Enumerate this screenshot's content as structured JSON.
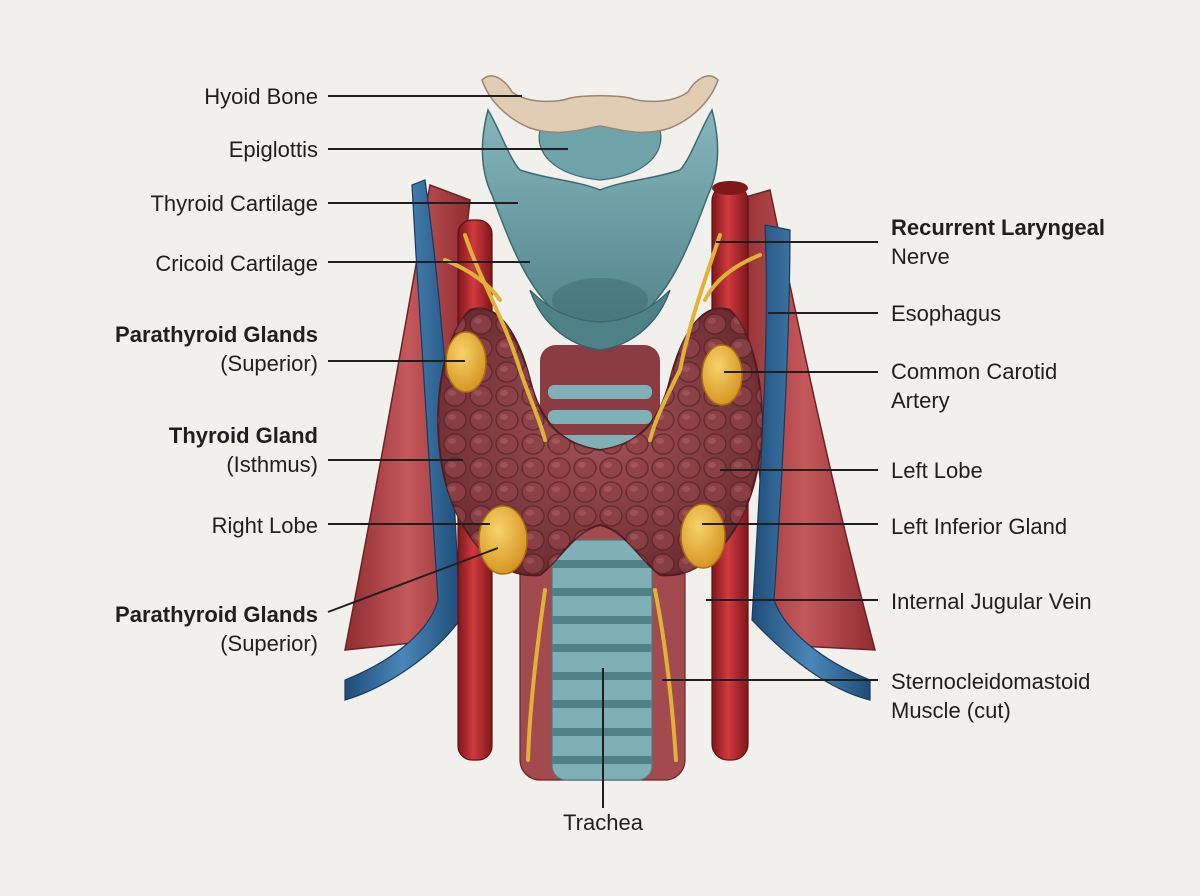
{
  "labels": {
    "hyoid_bone": "Hyoid Bone",
    "epiglottis": "Epiglottis",
    "thyroid_cartilage": "Thyroid Cartilage",
    "cricoid_cartilage": "Cricoid Cartilage",
    "parathyroid_superior_title": "Parathyroid Glands",
    "parathyroid_superior_sub": "(Superior)",
    "thyroid_gland_title": "Thyroid Gland",
    "thyroid_gland_sub": "(Isthmus)",
    "right_lobe": "Right Lobe",
    "parathyroid_lower_title": "Parathyroid Glands",
    "parathyroid_lower_sub": "(Superior)",
    "recurrent_laryngeal_title": "Recurrent Laryngeal",
    "recurrent_laryngeal_sub": "Nerve",
    "esophagus": "Esophagus",
    "common_carotid_line1": "Common Carotid",
    "common_carotid_line2": "Artery",
    "left_lobe": "Left Lobe",
    "left_inferior_gland": "Left Inferior Gland",
    "internal_jugular_vein": "Internal Jugular Vein",
    "sternocleidomastoid_line1": "Sternocleidomastoid",
    "sternocleidomastoid_line2": "Muscle (cut)",
    "trachea": "Trachea"
  },
  "colors": {
    "background": "#f1f0ec",
    "cartilage": "#6a9fa6",
    "bone": "#e0cdb4",
    "thyroid": "#8a3f44",
    "parathyroid": "#e8b13a",
    "artery": "#b8262b",
    "vein": "#2f6a9a",
    "muscle": "#b9474a",
    "nerve": "#e0b23a",
    "leader_line": "#1f1f1f"
  }
}
